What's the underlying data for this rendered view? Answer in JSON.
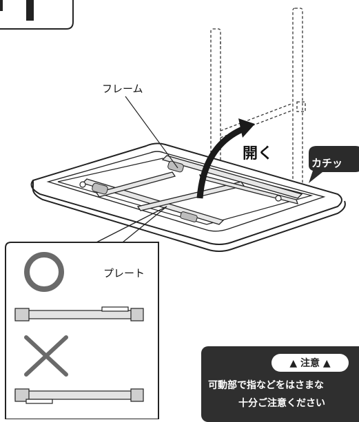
{
  "labels": {
    "frame": "フレーム",
    "open": "開く",
    "click": "カチッ",
    "plate": "プレート"
  },
  "caution": {
    "title": "▲ 注意 ▲",
    "line1": "可動部で指などをはさまな",
    "line2": "十分ご注意ください"
  },
  "marks": {
    "correct": "correct-circle",
    "wrong": "wrong-cross"
  },
  "colors": {
    "line": "#222222",
    "frame_fill": "#d9d9d9",
    "caution_bg": "#2f2f2f",
    "mark_gray": "#666666"
  }
}
